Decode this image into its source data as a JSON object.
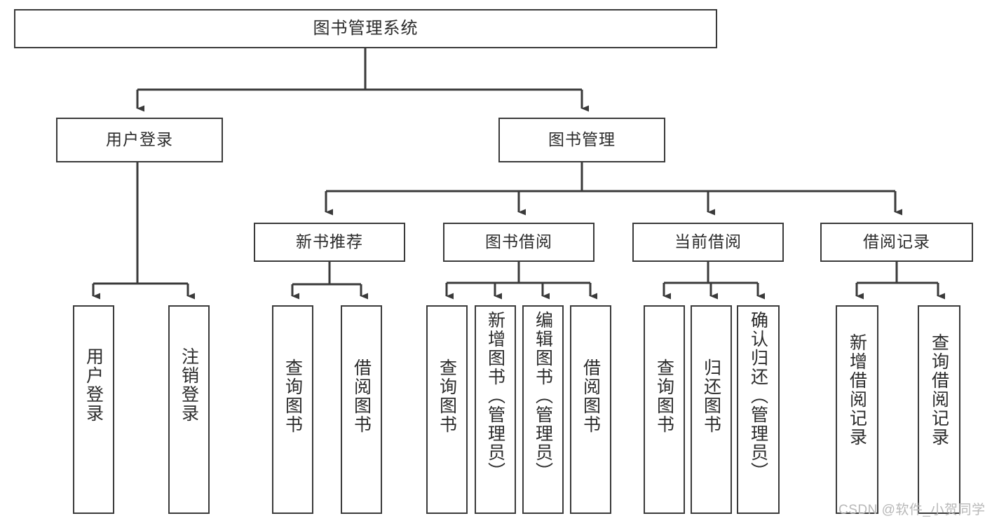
{
  "diagram": {
    "title": "图书管理系统",
    "type": "tree",
    "watermark": "CSDN @软件_小贺同学",
    "colors": {
      "box_border": "#3a3a3a",
      "box_fill": "#ffffff",
      "connector": "#3a3a3a",
      "text": "#2b2b2b",
      "watermark": "#b8b8b8",
      "background": "#ffffff"
    },
    "nodes": {
      "root": {
        "label": "图书管理系统"
      },
      "level2": [
        {
          "id": "user-login",
          "label": "用户登录"
        },
        {
          "id": "book-manage",
          "label": "图书管理"
        }
      ],
      "level3": [
        {
          "id": "new-book-recommend",
          "label": "新书推荐"
        },
        {
          "id": "book-borrow",
          "label": "图书借阅"
        },
        {
          "id": "current-borrow",
          "label": "当前借阅"
        },
        {
          "id": "borrow-record",
          "label": "借阅记录"
        }
      ],
      "leaves": [
        {
          "id": "leaf-user-login",
          "label": "用户登录",
          "parent": "user-login"
        },
        {
          "id": "leaf-logout-login",
          "label": "注销登录",
          "parent": "user-login"
        },
        {
          "id": "leaf-query-book-1",
          "label": "查询图书",
          "parent": "new-book-recommend"
        },
        {
          "id": "leaf-borrow-book-1",
          "label": "借阅图书",
          "parent": "new-book-recommend"
        },
        {
          "id": "leaf-query-book-2",
          "label": "查询图书",
          "parent": "book-borrow"
        },
        {
          "id": "leaf-add-book",
          "label": "新增图书（管理员）",
          "parent": "book-borrow"
        },
        {
          "id": "leaf-edit-book",
          "label": "编辑图书（管理员）",
          "parent": "book-borrow"
        },
        {
          "id": "leaf-borrow-book-2",
          "label": "借阅图书",
          "parent": "book-borrow"
        },
        {
          "id": "leaf-query-book-3",
          "label": "查询图书",
          "parent": "current-borrow"
        },
        {
          "id": "leaf-return-book",
          "label": "归还图书",
          "parent": "current-borrow"
        },
        {
          "id": "leaf-confirm-return",
          "label": "确认归还（管理员）",
          "parent": "current-borrow"
        },
        {
          "id": "leaf-add-record",
          "label": "新增借阅记录",
          "parent": "borrow-record"
        },
        {
          "id": "leaf-query-record",
          "label": "查询借阅记录",
          "parent": "borrow-record"
        }
      ]
    }
  }
}
